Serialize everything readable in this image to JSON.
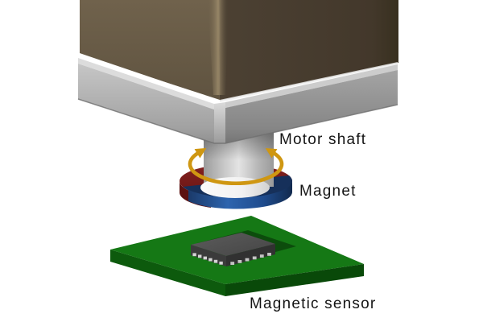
{
  "labels": {
    "motor_shaft": "Motor shaft",
    "magnet": "Magnet",
    "magnetic_sensor": "Magnetic sensor"
  },
  "colors": {
    "label_text": "#141414",
    "motor_body_left": "#6d5f49",
    "motor_body_right": "#473c2e",
    "flange_light": "#c2c2c2",
    "flange_dark": "#9a9a9a",
    "flange_bevel": "#dcdcdc",
    "magnet_red_top": "#7c1f1c",
    "magnet_red_side": "#5c1110",
    "magnet_blue_top": "#16305a",
    "magnet_blue_side": "#2d64ae",
    "arrow_gold": "#cf9712",
    "pcb_top": "#157815",
    "pcb_side_left": "#0d5a0d",
    "pcb_side_right": "#094909",
    "chip_top": "#4e4e4e",
    "chip_side_left": "#3b3b3b",
    "chip_side_right": "#313131",
    "chip_pin": "#d2d2d2"
  }
}
